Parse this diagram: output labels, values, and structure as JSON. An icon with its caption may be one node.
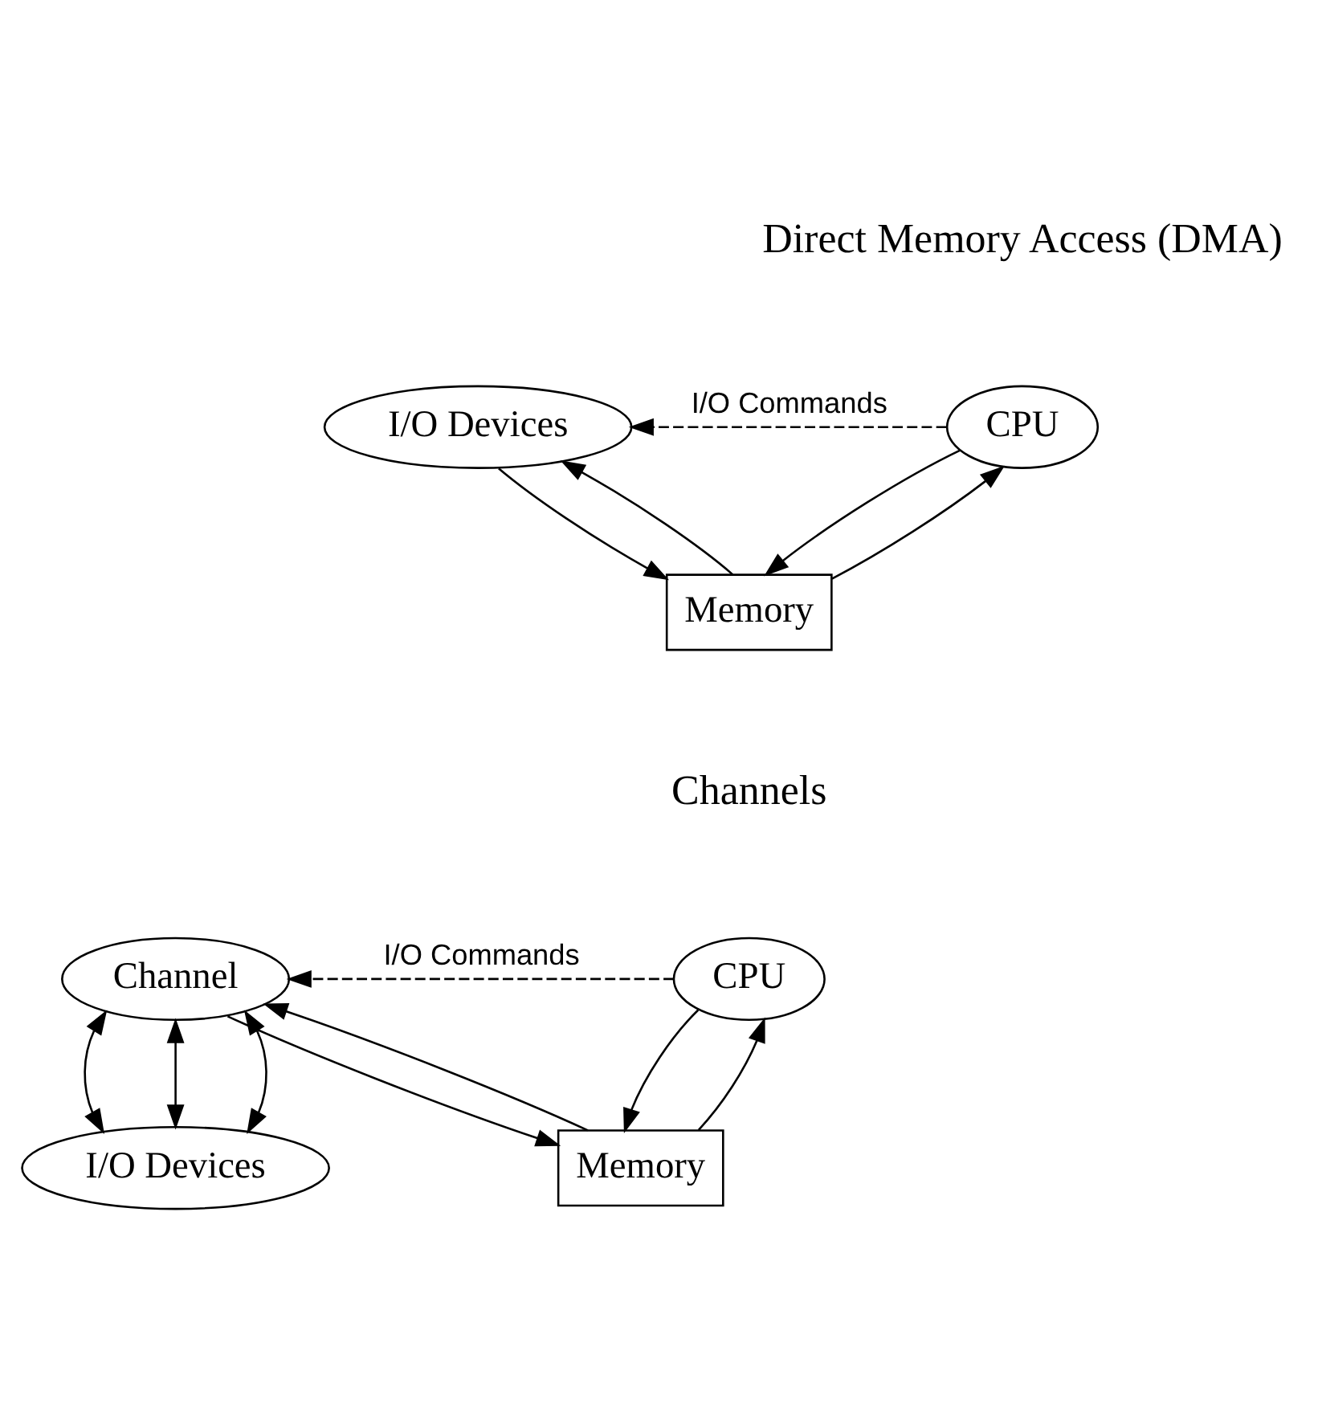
{
  "diagram": {
    "nodes": [
      {
        "text": [
          "CPU"
        ]
      },
      {
        "text": [
          "I/O Devices"
        ]
      },
      {
        "text": [
          "Memory"
        ]
      },
      {
        "text": [
          "CPU"
        ]
      },
      {
        "text": [
          "Channel"
        ]
      },
      {
        "text": [
          "Memory"
        ]
      },
      {
        "text": [
          "I/O Devices"
        ]
      }
    ],
    "edges": [
      {
        "from": 0,
        "to": 1,
        "arrow": "to",
        "style": "dashed",
        "label": "I/O Commands"
      },
      {
        "from": 0,
        "to": 2,
        "arrow": "to"
      },
      {
        "from": 2,
        "to": 0,
        "arrow": "to"
      },
      {
        "from": 2,
        "to": 1,
        "arrow": "to"
      },
      {
        "from": 1,
        "to": 2,
        "arrow": "to"
      },
      {
        "from": 3,
        "to": 4,
        "arrow": "to",
        "style": "dashed",
        "label": "I/O Commands"
      },
      {
        "from": 3,
        "to": 5,
        "arrow": "to"
      },
      {
        "from": 5,
        "to": 3,
        "arrow": "to"
      },
      {
        "from": 5,
        "to": 4,
        "arrow": "to"
      },
      {
        "from": 4,
        "to": 5,
        "arrow": "to"
      },
      {
        "from": 4,
        "to": 6,
        "arrow": "both"
      },
      {
        "from": 4,
        "to": 6,
        "arrow": "both"
      },
      {
        "from": 4,
        "to": 6,
        "arrow": "both"
      }
    ],
    "labels": [
      "Direct Memory Access (DMA)",
      "Channels"
    ]
  }
}
